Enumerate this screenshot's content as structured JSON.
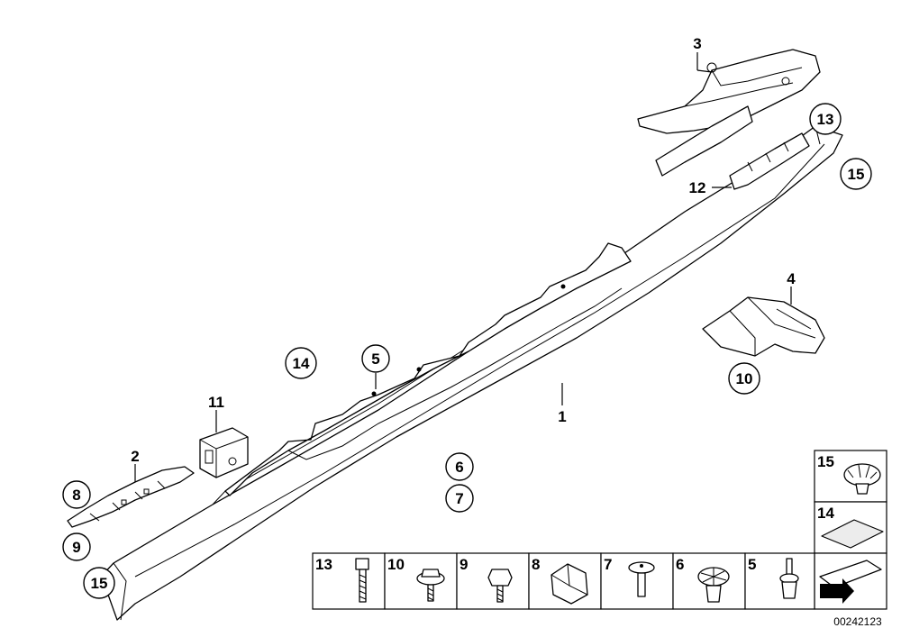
{
  "diagram": {
    "callouts": {
      "p1": "1",
      "p2": "2",
      "p3": "3",
      "p4": "4",
      "p5": "5",
      "p6": "6",
      "p7": "7",
      "p8": "8",
      "p9": "9",
      "p10": "10",
      "p11": "11",
      "p12": "12",
      "p13": "13",
      "p14": "14",
      "p15a": "15",
      "p15b": "15"
    },
    "legend_side": [
      "15",
      "14"
    ],
    "legend_bottom": [
      "13",
      "10",
      "9",
      "8",
      "7",
      "6",
      "5"
    ],
    "catalog_id": "00242123"
  }
}
